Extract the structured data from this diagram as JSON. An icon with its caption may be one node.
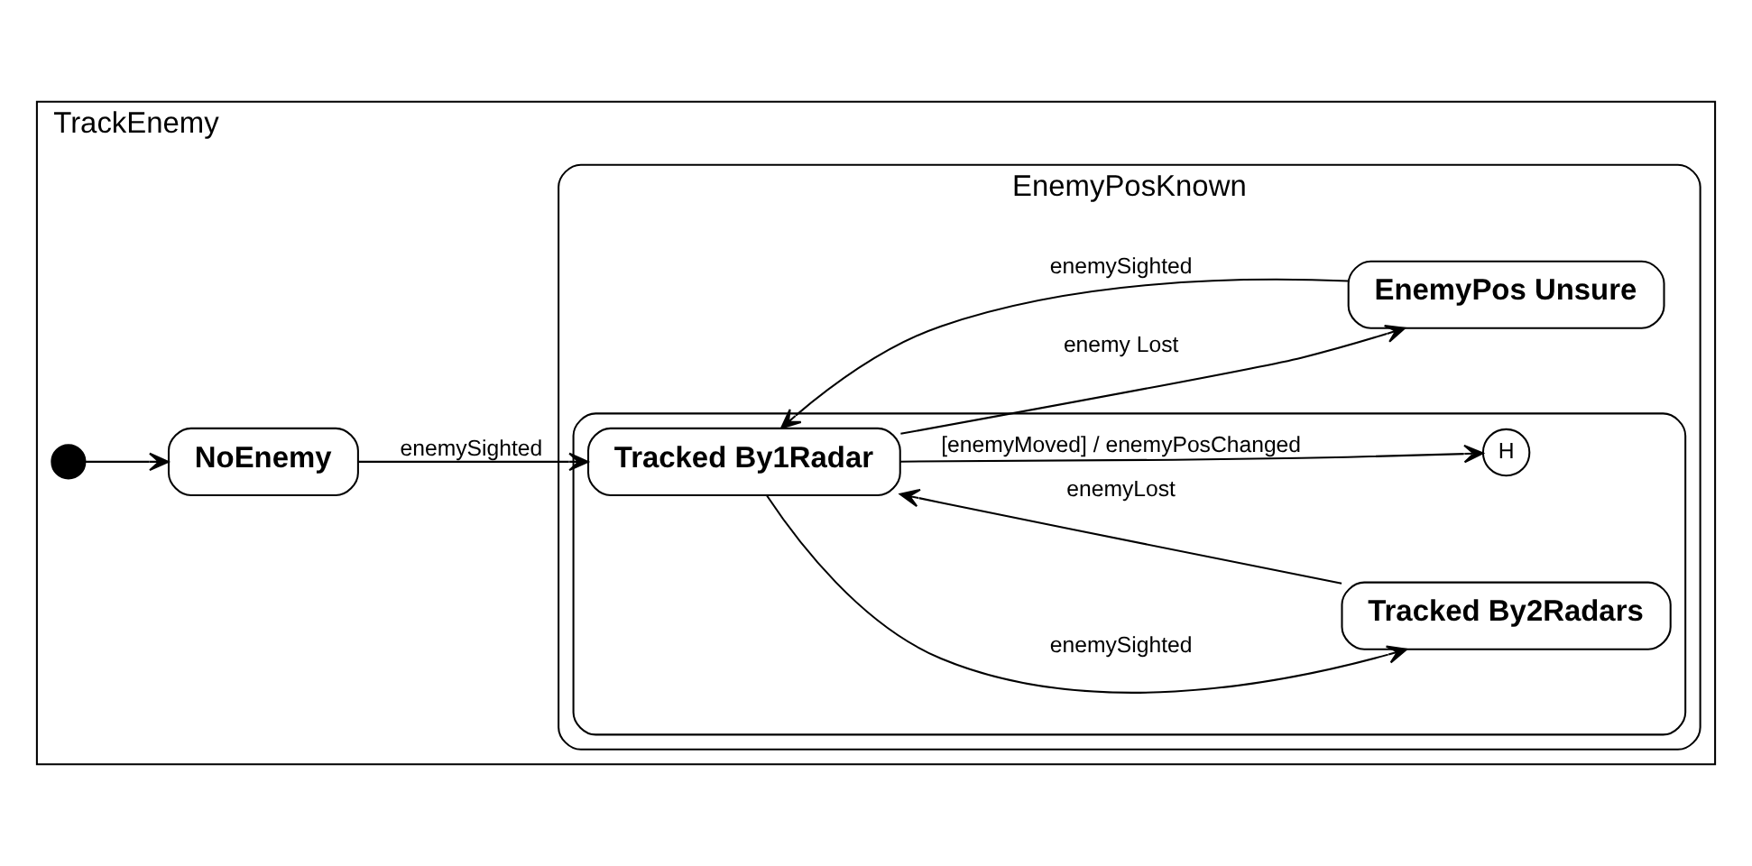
{
  "diagram": {
    "nodes": [
      {
        "text": [
          "TrackEnemy"
        ]
      },
      {
        "text": [],
        "shape": "circle",
        "in": 0
      },
      {
        "text": [
          "NoEnemy"
        ],
        "in": 0
      },
      {
        "text": [
          "EnemyPosKnown"
        ],
        "in": 0
      },
      {
        "text": [],
        "shape": "box",
        "in": 3
      },
      {
        "text": [
          "Tracked By1Radar"
        ],
        "in": 4
      },
      {
        "text": [
          "Tracked By2Radars"
        ],
        "in": 4
      },
      {
        "text": [
          "H"
        ],
        "in": 4
      },
      {
        "text": [
          "EnemyPos Unsure"
        ],
        "in": 3
      }
    ],
    "edges": [
      {
        "from": 1,
        "to": 2,
        "arrow": "to"
      },
      {
        "from": 2,
        "to": 5,
        "label": "enemySighted",
        "arrow": "to"
      },
      {
        "from": 5,
        "to": 6,
        "label": "enemySighted",
        "arrow": "to"
      },
      {
        "from": 6,
        "to": 5,
        "label": "enemyLost",
        "arrow": "to"
      },
      {
        "from": 5,
        "to": 8,
        "label": "enemy Lost",
        "arrow": "to"
      },
      {
        "from": 8,
        "to": 5,
        "label": "enemySighted",
        "arrow": "to"
      },
      {
        "from": 4,
        "to": 7,
        "label": "[enemyMoved] / enemyPosChanged",
        "arrow": "to"
      }
    ]
  }
}
